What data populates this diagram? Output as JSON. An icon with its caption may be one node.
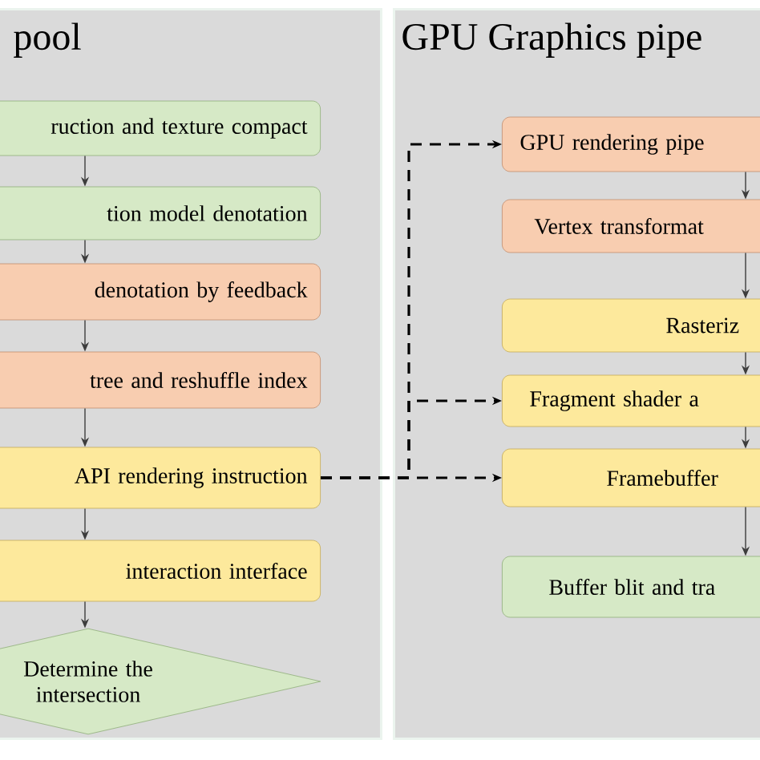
{
  "diagram": {
    "nodes": [
      {
        "text": [
          "pool"
        ]
      },
      {
        "text": [
          "ruction and texture compact"
        ],
        "in": 0
      },
      {
        "text": [
          "tion model denotation"
        ],
        "in": 0
      },
      {
        "text": [
          "denotation by feedback"
        ],
        "in": 0
      },
      {
        "text": [
          "tree and reshuffle index"
        ],
        "in": 0
      },
      {
        "text": [
          "API rendering instruction"
        ],
        "in": 0
      },
      {
        "text": [
          "interaction interface"
        ],
        "in": 0
      },
      {
        "text": [
          "Determine the intersection"
        ],
        "in": 0
      },
      {
        "text": [
          "GPU Graphics pipe"
        ]
      },
      {
        "text": [
          "GPU rendering pipe"
        ],
        "in": 8
      },
      {
        "text": [
          "Vertex transformat"
        ],
        "in": 8
      },
      {
        "text": [
          "Rasteriz"
        ],
        "in": 8
      },
      {
        "text": [
          "Fragment shader a"
        ],
        "in": 8
      },
      {
        "text": [
          "Framebuffer"
        ],
        "in": 8
      },
      {
        "text": [
          "Buffer blit and tra"
        ],
        "in": 8
      }
    ],
    "edges": [
      {
        "from": 1,
        "to": 2,
        "arrow": "to"
      },
      {
        "from": 2,
        "to": 3,
        "arrow": "to"
      },
      {
        "from": 3,
        "to": 4,
        "arrow": "to"
      },
      {
        "from": 4,
        "to": 5,
        "arrow": "to"
      },
      {
        "from": 5,
        "to": 6,
        "arrow": "to"
      },
      {
        "from": 6,
        "to": 7,
        "arrow": "to"
      },
      {
        "from": 9,
        "to": 10,
        "arrow": "to"
      },
      {
        "from": 10,
        "to": 11,
        "arrow": "to"
      },
      {
        "from": 11,
        "to": 12,
        "arrow": "to"
      },
      {
        "from": 12,
        "to": 13,
        "arrow": "to"
      },
      {
        "from": 13,
        "to": 14,
        "arrow": "to"
      },
      {
        "from": 5,
        "to": 9,
        "arrow": "to",
        "style": "dashed"
      },
      {
        "from": 5,
        "to": 12,
        "arrow": "to",
        "style": "dashed"
      },
      {
        "from": 5,
        "to": 13,
        "arrow": "to",
        "style": "dashed"
      }
    ]
  }
}
